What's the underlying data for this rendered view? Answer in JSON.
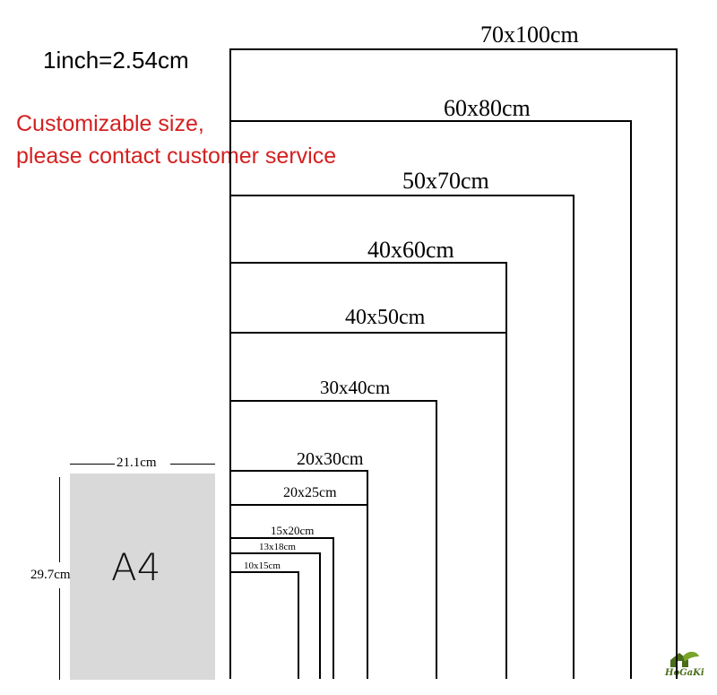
{
  "conversion": "1inch=2.54cm",
  "note": {
    "line1": "Customizable size,",
    "line2": "please contact customer service"
  },
  "sizes": [
    {
      "label": "70x100cm"
    },
    {
      "label": "60x80cm"
    },
    {
      "label": "50x70cm"
    },
    {
      "label": "40x60cm"
    },
    {
      "label": "40x50cm"
    },
    {
      "label": "30x40cm"
    },
    {
      "label": "20x30cm"
    },
    {
      "label": "20x25cm"
    },
    {
      "label": "15x20cm"
    },
    {
      "label": "13x18cm"
    },
    {
      "label": "10x15cm"
    }
  ],
  "a4": {
    "label": "A4",
    "width_label": "21.1cm",
    "height_label": "29.7cm"
  },
  "logo": {
    "text": "HoGaKi",
    "icon": "house-leaf-logo"
  },
  "colors": {
    "note": "#d42020",
    "a4_fill": "#d9d9d9"
  }
}
